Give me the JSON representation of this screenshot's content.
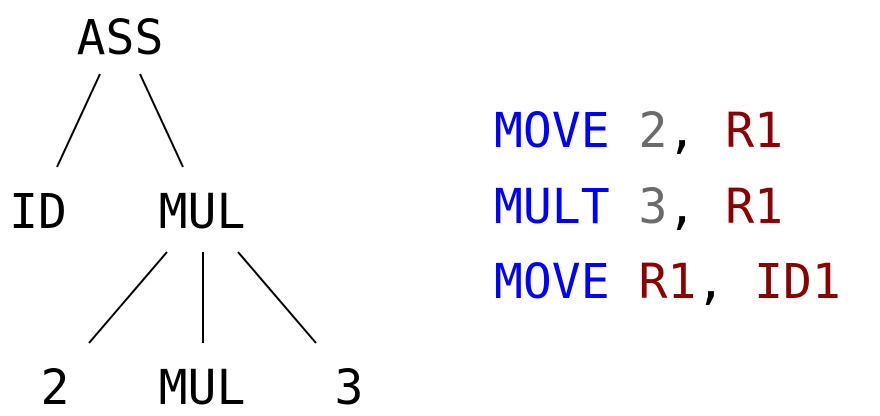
{
  "colors": {
    "opcode": "#0000ff",
    "literal": "#6b6b6b",
    "register": "#8b0000",
    "punct": "#000000",
    "tree": "#000000"
  },
  "tree": {
    "root": "ASS",
    "left": "ID",
    "mid": "MUL",
    "leaf_left": "2",
    "leaf_mid": "MUL",
    "leaf_right": "3"
  },
  "code": [
    {
      "op": "MOVE",
      "arg1": "2",
      "comma": ",",
      "arg2": "R1"
    },
    {
      "op": "MULT",
      "arg1": "3",
      "comma": ",",
      "arg2": "R1"
    },
    {
      "op": "MOVE",
      "arg1": "R1",
      "comma": ",",
      "arg2": "ID1"
    }
  ]
}
